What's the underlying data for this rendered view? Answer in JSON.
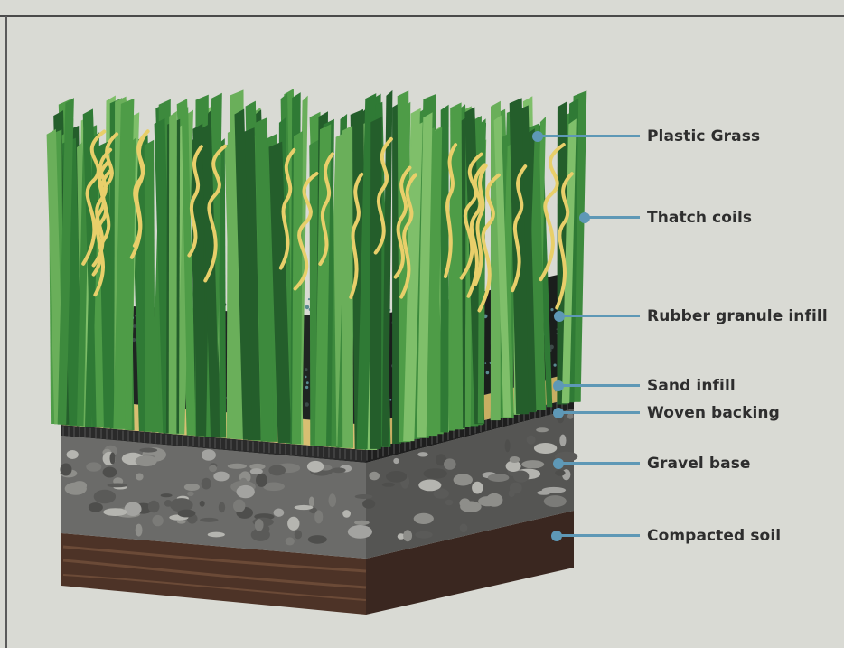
{
  "labels": {
    "plastic_grass": "Plastic Grass",
    "thatch_coils": "Thatch coils",
    "rubber_infill": "Rubber granule infill",
    "sand_infill": "Sand infill",
    "woven_backing": "Woven backing",
    "gravel_base": "Gravel base",
    "compacted_soil": "Compacted soil"
  },
  "colors": {
    "leader": "#5e98b6",
    "paper": "#d9dad4",
    "grass_dark": "#2f7a35",
    "grass_mid": "#4e9c47",
    "grass_light": "#7fbf6a",
    "thatch": "#e8cf6a",
    "rubber": "#1f2422",
    "sand": "#d8bf72",
    "backing": "#2a2a2a",
    "gravel": "#6d6d6b",
    "soil": "#4a3328"
  }
}
